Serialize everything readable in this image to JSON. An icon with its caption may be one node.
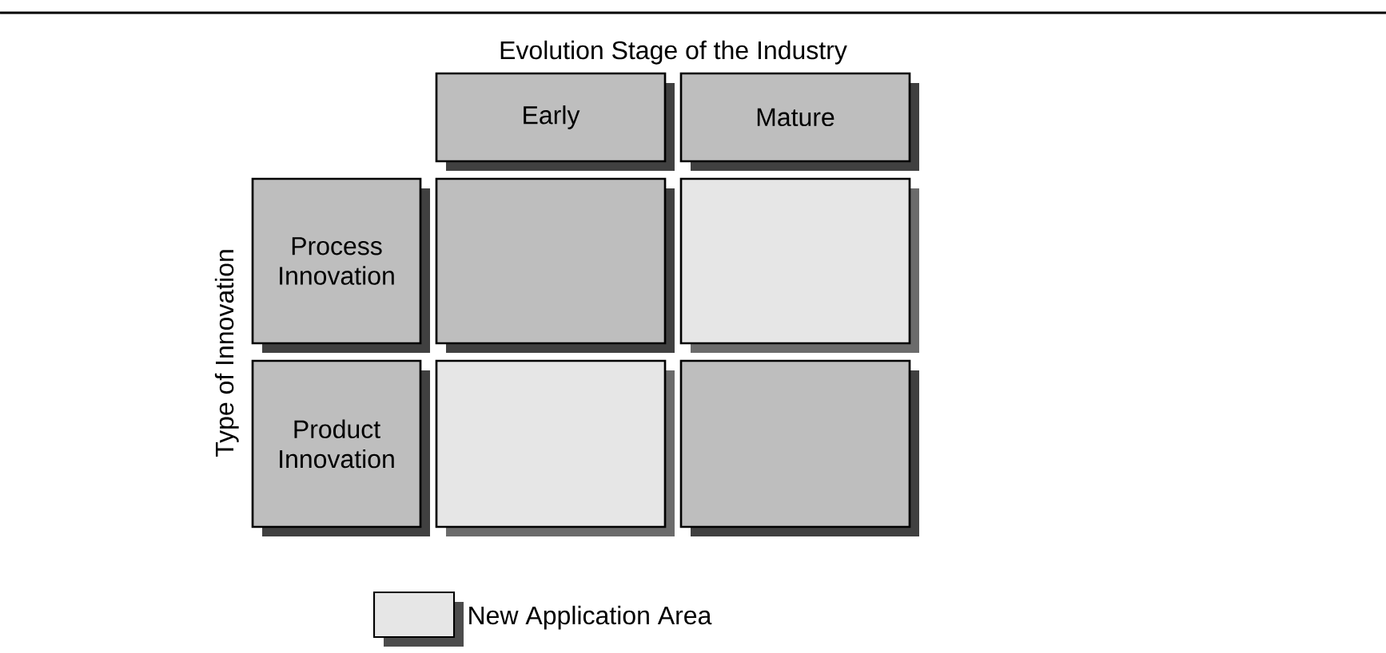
{
  "diagram": {
    "title": "Evolution Stage of the Industry",
    "nodes": [
      {
        "text": [
          "Early"
        ]
      },
      {
        "text": [
          "Mature"
        ]
      },
      {
        "text": [
          "Process Innovation"
        ]
      },
      {
        "text": [],
        "shape": "box"
      },
      {
        "text": [],
        "shape": "box"
      },
      {
        "text": [
          "Product Innovation"
        ]
      },
      {
        "text": [],
        "shape": "box"
      },
      {
        "text": [],
        "shape": "box"
      }
    ],
    "labels": [
      "Type of Innovation"
    ],
    "legend": [
      {
        "text": "New Application Area",
        "color": "#e6e6e6"
      }
    ]
  }
}
